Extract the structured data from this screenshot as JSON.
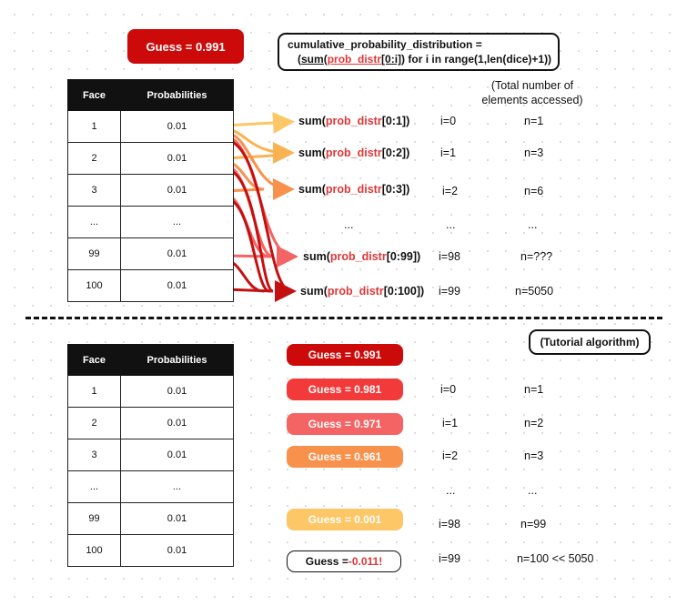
{
  "top": {
    "guess_label": "Guess = 0.991",
    "code_line1": "cumulative_probability_distribution =",
    "code_line2_open": "(",
    "code_sum": "sum",
    "code_paren": "(",
    "code_arr": "prob_distr",
    "code_slice": "[0:i]",
    "code_rest": ") for i in range(1,len(dice)+1))",
    "note": "(Total number of elements accessed)",
    "table": {
      "headers": [
        "Face",
        "Probabilities"
      ],
      "rows": [
        [
          "1",
          "0.01"
        ],
        [
          "2",
          "0.01"
        ],
        [
          "3",
          "0.01"
        ],
        [
          "...",
          "..."
        ],
        [
          "99",
          "0.01"
        ],
        [
          "100",
          "0.01"
        ]
      ]
    },
    "sums": [
      {
        "pre": "sum(",
        "arr": "prob_distr",
        "slice": "[0:1]",
        "post": ")",
        "i": "i=0",
        "n": "n=1"
      },
      {
        "pre": "sum(",
        "arr": "prob_distr",
        "slice": "[0:2]",
        "post": ")",
        "i": "i=1",
        "n": "n=3"
      },
      {
        "pre": "sum(",
        "arr": "prob_distr",
        "slice": "[0:3]",
        "post": ")",
        "i": "i=2",
        "n": "n=6"
      },
      {
        "pre": "...",
        "arr": "",
        "slice": "",
        "post": "",
        "i": "...",
        "n": "..."
      },
      {
        "pre": "sum(",
        "arr": "prob_distr",
        "slice": "[0:99]",
        "post": ")",
        "i": "i=98",
        "n": "n=???"
      },
      {
        "pre": "sum(",
        "arr": "prob_distr",
        "slice": "[0:100]",
        "post": ")",
        "i": "i=99",
        "n": "n=5050"
      }
    ]
  },
  "bottom": {
    "tutorial_label": "(Tutorial algorithm)",
    "table": {
      "headers": [
        "Face",
        "Probabilities"
      ],
      "rows": [
        [
          "1",
          "0.01"
        ],
        [
          "2",
          "0.01"
        ],
        [
          "3",
          "0.01"
        ],
        [
          "...",
          "..."
        ],
        [
          "99",
          "0.01"
        ],
        [
          "100",
          "0.01"
        ]
      ]
    },
    "guesses": [
      {
        "label": "Guess = 0.991",
        "color": "#cc0a0a",
        "i": "",
        "n": ""
      },
      {
        "label": "Guess = 0.981",
        "color": "#f23a3a",
        "i": "i=0",
        "n": "n=1"
      },
      {
        "label": "Guess = 0.971",
        "color": "#f46464",
        "i": "i=1",
        "n": "n=2"
      },
      {
        "label": "Guess = 0.961",
        "color": "#f8914c",
        "i": "i=2",
        "n": "n=3"
      },
      {
        "label": "",
        "color": "",
        "i": "...",
        "n": "..."
      },
      {
        "label": "Guess = 0.001",
        "color": "#fdc666",
        "i": "i=98",
        "n": "n=99"
      }
    ],
    "final_guess_prefix": "Guess = ",
    "final_guess_value": "-0.011",
    "final_guess_bang": "!",
    "final_i": "i=99",
    "final_n": "n=100 << 5050"
  },
  "colors": {
    "dark_red": "#cc0a0a",
    "red": "#e03737",
    "light_red": "#f46464",
    "orange": "#f8914c",
    "yellow": "#fdc666"
  }
}
